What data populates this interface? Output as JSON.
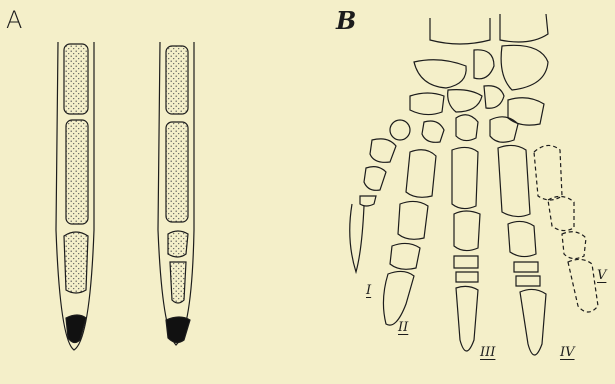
{
  "figure": {
    "panel_a_label": "A",
    "panel_b_label": "B",
    "digit_labels": [
      "I",
      "II",
      "III",
      "IV",
      "V"
    ],
    "colors": {
      "background": "#f4efc9",
      "ink": "#1c1c1c",
      "stipple": "#555555",
      "claw": "#111111"
    }
  }
}
